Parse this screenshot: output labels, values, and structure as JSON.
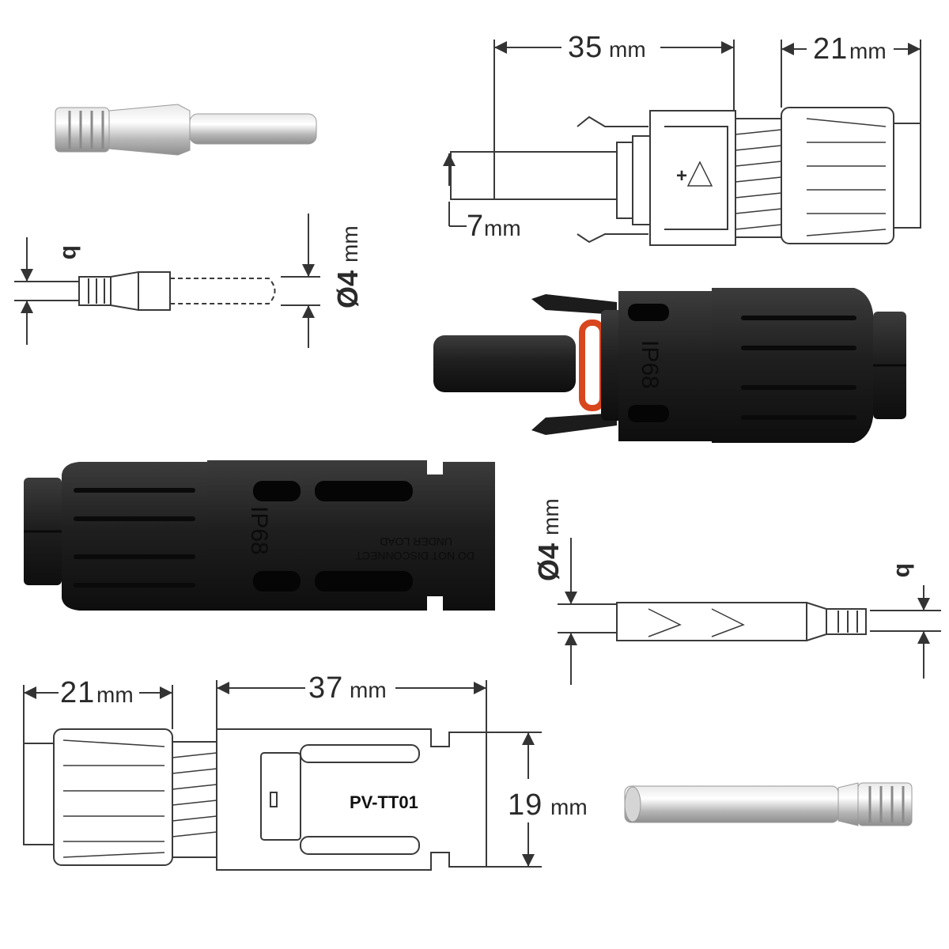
{
  "dimensions": {
    "male_length": {
      "value": "35",
      "unit": "mm"
    },
    "male_nut_length": {
      "value": "21",
      "unit": "mm"
    },
    "male_pin_diameter": {
      "value": "7",
      "unit": "mm"
    },
    "male_contact_diameter": {
      "value": "Ø4",
      "unit": "mm"
    },
    "male_contact_b": "b",
    "female_contact_diameter": {
      "value": "Ø4",
      "unit": "mm"
    },
    "female_contact_b": "b",
    "female_nut_length": {
      "value": "21",
      "unit": "mm"
    },
    "female_length": {
      "value": "37",
      "unit": "mm"
    },
    "female_height": {
      "value": "19",
      "unit": "mm"
    }
  },
  "markings": {
    "male_plus": "+",
    "male_ip": "IP68",
    "female_ip": "IP68",
    "female_warning_line1": "DO NOT DISCONNECT",
    "female_warning_line2": "UNDER LOAD",
    "female_model": "PV-TT01"
  },
  "colors": {
    "drawing_line": "#3a3a3a",
    "connector_body": "#2b2b2b",
    "o_ring": "#d8461e",
    "metal": "#c9c9c9"
  }
}
